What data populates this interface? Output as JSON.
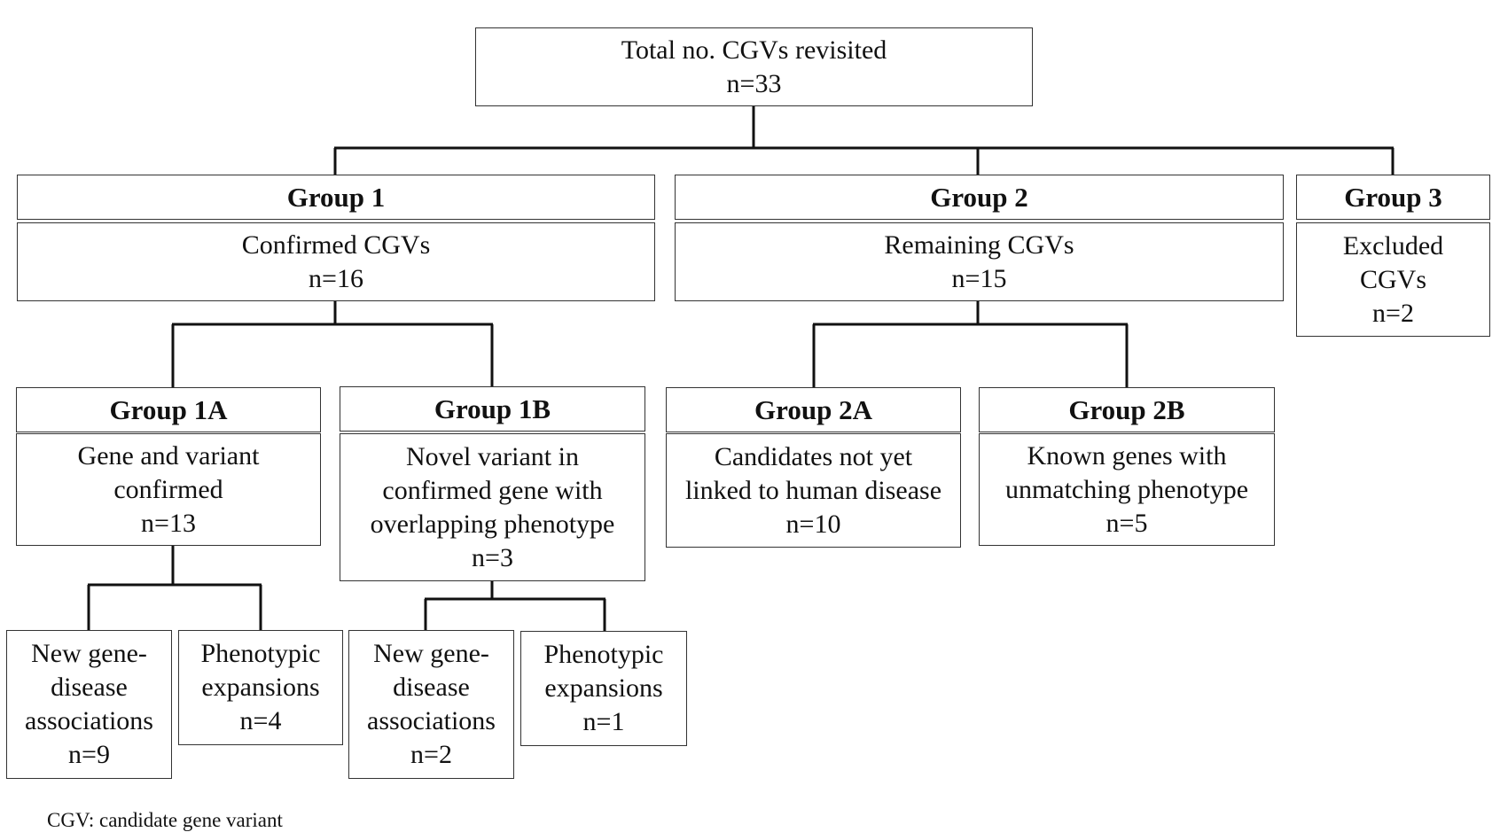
{
  "root": {
    "title": "Total no. CGVs revisited",
    "n": "n=33"
  },
  "group1": {
    "header": "Group 1",
    "lines": [
      "Confirmed CGVs"
    ],
    "n": "n=16"
  },
  "group2": {
    "header": "Group 2",
    "lines": [
      "Remaining CGVs"
    ],
    "n": "n=15"
  },
  "group3": {
    "header": "Group 3",
    "lines": [
      "Excluded",
      "CGVs"
    ],
    "n": "n=2"
  },
  "group1a": {
    "header": "Group 1A",
    "lines": [
      "Gene and variant",
      "confirmed"
    ],
    "n": "n=13"
  },
  "group1b": {
    "header": "Group 1B",
    "lines": [
      "Novel variant in",
      "confirmed gene with",
      "overlapping phenotype"
    ],
    "n": "n=3"
  },
  "group2a": {
    "header": "Group 2A",
    "lines": [
      "Candidates not yet",
      "linked to human disease"
    ],
    "n": "n=10"
  },
  "group2b": {
    "header": "Group 2B",
    "lines": [
      "Known genes with",
      "unmatching phenotype"
    ],
    "n": "n=5"
  },
  "g1a_new": {
    "lines": [
      "New gene-",
      "disease",
      "associations"
    ],
    "n": "n=9"
  },
  "g1a_pheno": {
    "lines": [
      "Phenotypic",
      "expansions"
    ],
    "n": "n=4"
  },
  "g1b_new": {
    "lines": [
      "New gene-",
      "disease",
      "associations"
    ],
    "n": "n=2"
  },
  "g1b_pheno": {
    "lines": [
      "Phenotypic",
      "expansions"
    ],
    "n": "n=1"
  },
  "footnote": "CGV: candidate gene variant"
}
